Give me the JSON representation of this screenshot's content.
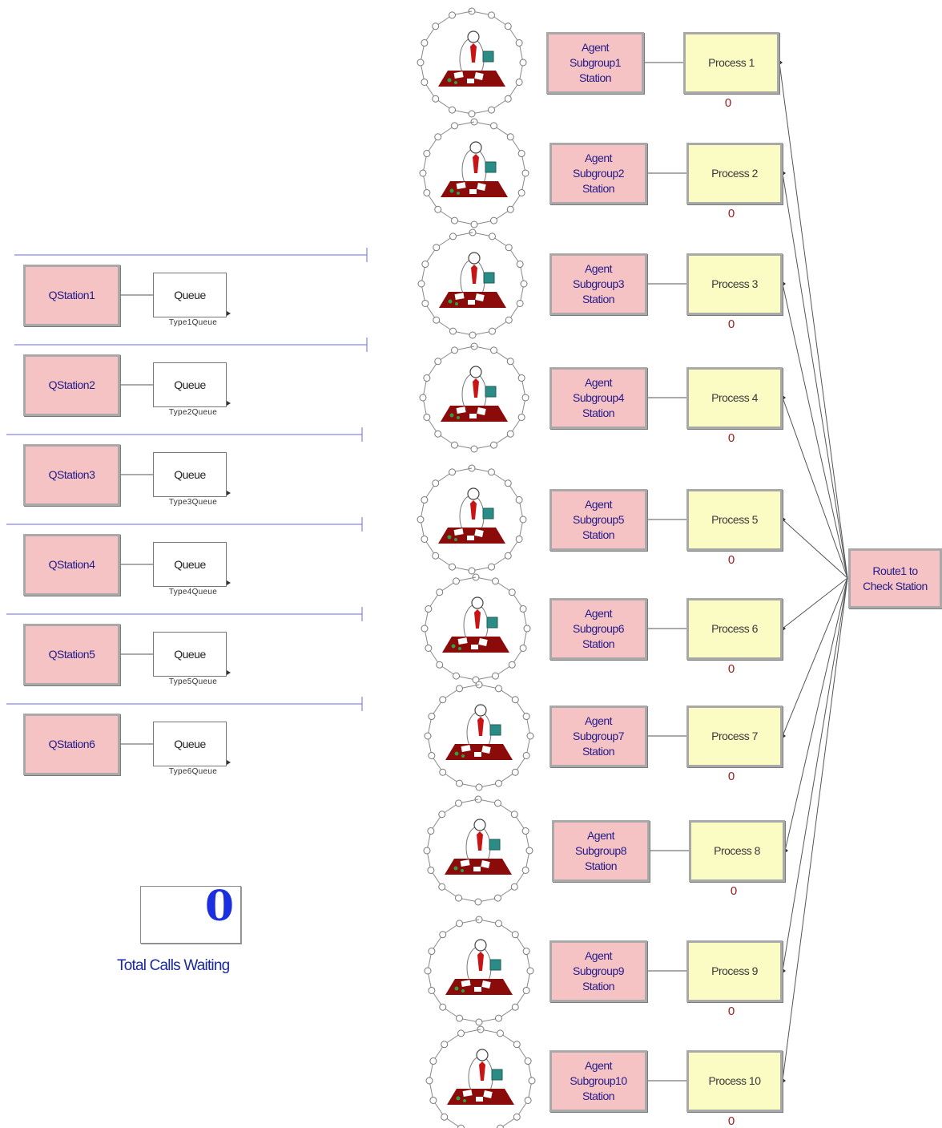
{
  "queue_stations": [
    {
      "station": "QStation1",
      "queue": "Queue",
      "queue_name": "Type1Queue"
    },
    {
      "station": "QStation2",
      "queue": "Queue",
      "queue_name": "Type2Queue"
    },
    {
      "station": "QStation3",
      "queue": "Queue",
      "queue_name": "Type3Queue"
    },
    {
      "station": "QStation4",
      "queue": "Queue",
      "queue_name": "Type4Queue"
    },
    {
      "station": "QStation5",
      "queue": "Queue",
      "queue_name": "Type5Queue"
    },
    {
      "station": "QStation6",
      "queue": "Queue",
      "queue_name": "Type6Queue"
    }
  ],
  "agents": [
    {
      "station_lines": [
        "Agent",
        "Subgroup1",
        "Station"
      ],
      "process": "Process 1",
      "count": "0"
    },
    {
      "station_lines": [
        "Agent",
        "Subgroup2",
        "Station"
      ],
      "process": "Process 2",
      "count": "0"
    },
    {
      "station_lines": [
        "Agent",
        "Subgroup3",
        "Station"
      ],
      "process": "Process 3",
      "count": "0"
    },
    {
      "station_lines": [
        "Agent",
        "Subgroup4",
        "Station"
      ],
      "process": "Process 4",
      "count": "0"
    },
    {
      "station_lines": [
        "Agent",
        "Subgroup5",
        "Station"
      ],
      "process": "Process 5",
      "count": "0"
    },
    {
      "station_lines": [
        "Agent",
        "Subgroup6",
        "Station"
      ],
      "process": "Process 6",
      "count": "0"
    },
    {
      "station_lines": [
        "Agent",
        "Subgroup7",
        "Station"
      ],
      "process": "Process 7",
      "count": "0"
    },
    {
      "station_lines": [
        "Agent",
        "Subgroup8",
        "Station"
      ],
      "process": "Process 8",
      "count": "0"
    },
    {
      "station_lines": [
        "Agent",
        "Subgroup9",
        "Station"
      ],
      "process": "Process 9",
      "count": "0"
    },
    {
      "station_lines": [
        "Agent",
        "Subgroup10",
        "Station"
      ],
      "process": "Process 10",
      "count": "0"
    }
  ],
  "route": {
    "lines": [
      "Route1 to",
      "Check Station"
    ]
  },
  "total_calls": {
    "value": "0",
    "label": "Total Calls Waiting"
  },
  "colors": {
    "station_fill": "#f5c3c3",
    "process_fill": "#fbfbc4",
    "station_text": "#241a8a",
    "counter_text": "#9a1a1a",
    "queue_line": "#6a6ae8",
    "desk": "#8b0a0a"
  }
}
